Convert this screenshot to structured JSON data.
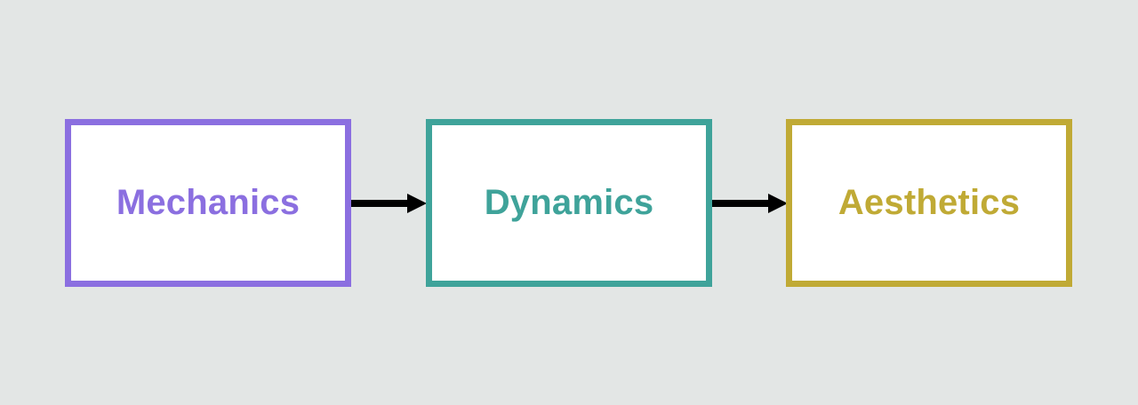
{
  "diagram": {
    "nodes": [
      {
        "id": "mechanics",
        "label": "Mechanics",
        "color": "#8b6fe0"
      },
      {
        "id": "dynamics",
        "label": "Dynamics",
        "color": "#3fa39a"
      },
      {
        "id": "aesthetics",
        "label": "Aesthetics",
        "color": "#c0aa35"
      }
    ],
    "edges": [
      {
        "from": "mechanics",
        "to": "dynamics"
      },
      {
        "from": "dynamics",
        "to": "aesthetics"
      }
    ],
    "arrow_color": "#000000",
    "background_color": "#e3e6e5"
  }
}
